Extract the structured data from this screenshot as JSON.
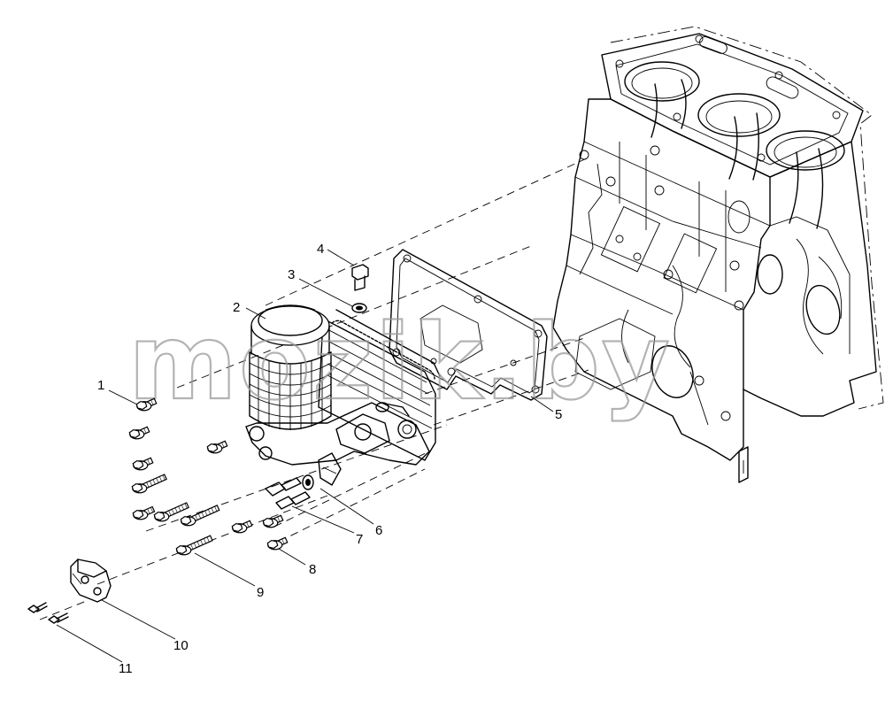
{
  "diagram": {
    "callouts": [
      "1",
      "2",
      "3",
      "4",
      "5",
      "6",
      "7",
      "8",
      "9",
      "10",
      "11"
    ],
    "watermark": "mozik.by"
  }
}
